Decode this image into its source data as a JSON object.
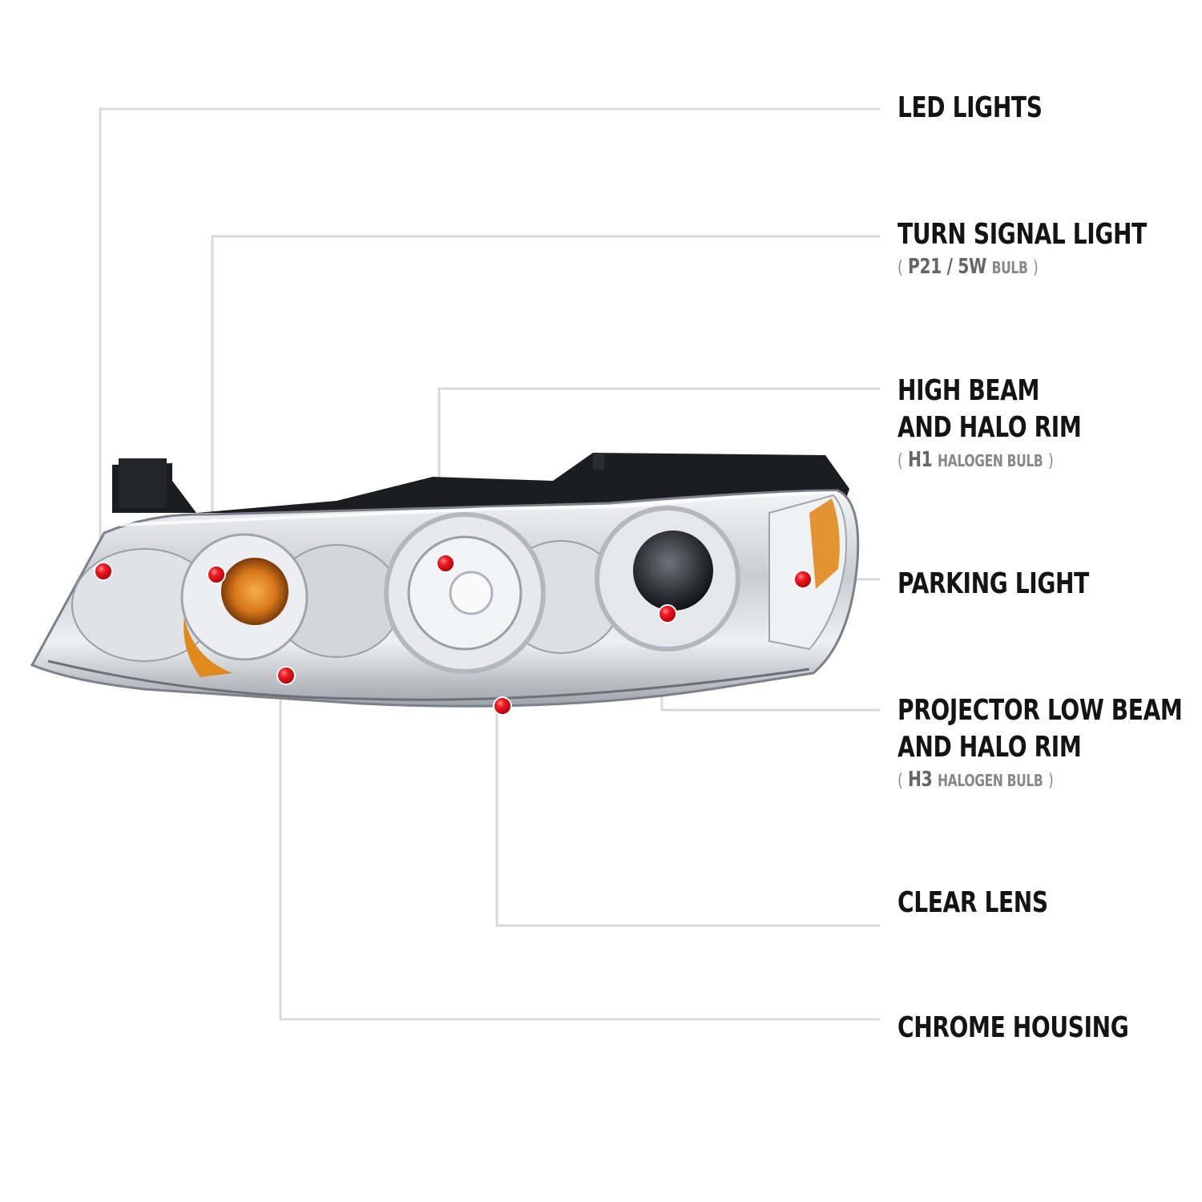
{
  "callouts": [
    {
      "id": "led",
      "title_lines": [
        "LED LIGHTS"
      ],
      "sub": null
    },
    {
      "id": "turn",
      "title_lines": [
        "TURN SIGNAL LIGHT"
      ],
      "sub": {
        "open": "(",
        "code": "P21 / 5W",
        "type": "BULB",
        "close": ")"
      }
    },
    {
      "id": "high",
      "title_lines": [
        "HIGH BEAM",
        "AND HALO RIM"
      ],
      "sub": {
        "open": "(",
        "code": "H1",
        "type": "HALOGEN BULB",
        "close": ")"
      }
    },
    {
      "id": "park",
      "title_lines": [
        "PARKING LIGHT"
      ],
      "sub": null
    },
    {
      "id": "proj",
      "title_lines": [
        "PROJECTOR LOW BEAM",
        "AND HALO RIM"
      ],
      "sub": {
        "open": "(",
        "code": "H3",
        "type": "HALOGEN BULB",
        "close": ")"
      }
    },
    {
      "id": "lens",
      "title_lines": [
        "CLEAR LENS"
      ],
      "sub": null
    },
    {
      "id": "chrome",
      "title_lines": [
        "CHROME HOUSING"
      ],
      "sub": null
    }
  ],
  "colors": {
    "marker": "#e8101a",
    "leader": "#d8d8d8",
    "text": "#141414",
    "amber": "#e08a1e"
  }
}
